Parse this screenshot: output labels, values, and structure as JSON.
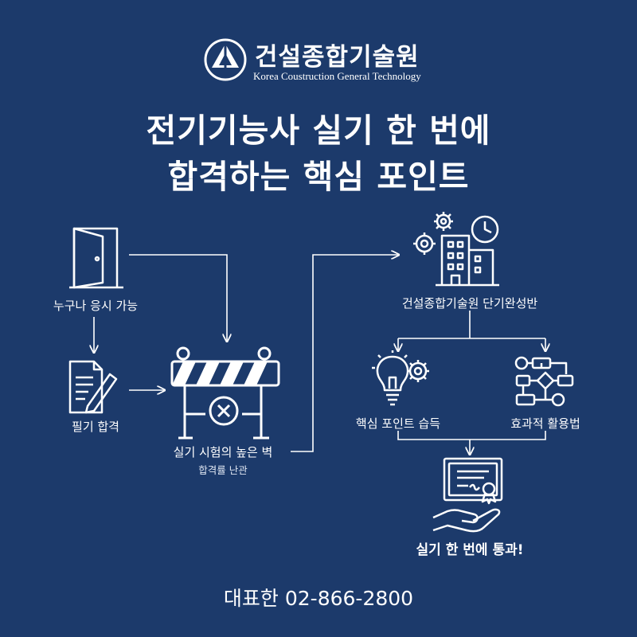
{
  "brand": {
    "name_ko": "건설종합기술원",
    "name_en": "Korea Coustruction General Technology"
  },
  "headline": {
    "line1": "전기기능사 실기 한 번에",
    "line2": "합격하는 핵심 포인트"
  },
  "nodes": {
    "open_door": {
      "label": "누구나 응시 가능",
      "icon": "open-door-icon"
    },
    "written_pass": {
      "label": "필기 합격",
      "icon": "document-pencil-icon"
    },
    "barrier": {
      "label": "실기 시험의 높은 벽",
      "sublabel": "합격률 난관",
      "icon": "barrier-icon"
    },
    "academy": {
      "label": "건설종합기술원 단기완성반",
      "icon": "building-gears-clock-icon"
    },
    "key_points": {
      "label": "핵심 포인트 습득",
      "icon": "lightbulb-gear-icon"
    },
    "usage": {
      "label": "효과적 활용법",
      "icon": "flowchart-icon"
    },
    "pass": {
      "label": "실기 한 번에 통과!",
      "icon": "certificate-hand-icon"
    }
  },
  "contact": {
    "phone_text": "대표한 02-866-2800"
  },
  "colors": {
    "background": "#1c3a6b",
    "foreground": "#ffffff"
  }
}
